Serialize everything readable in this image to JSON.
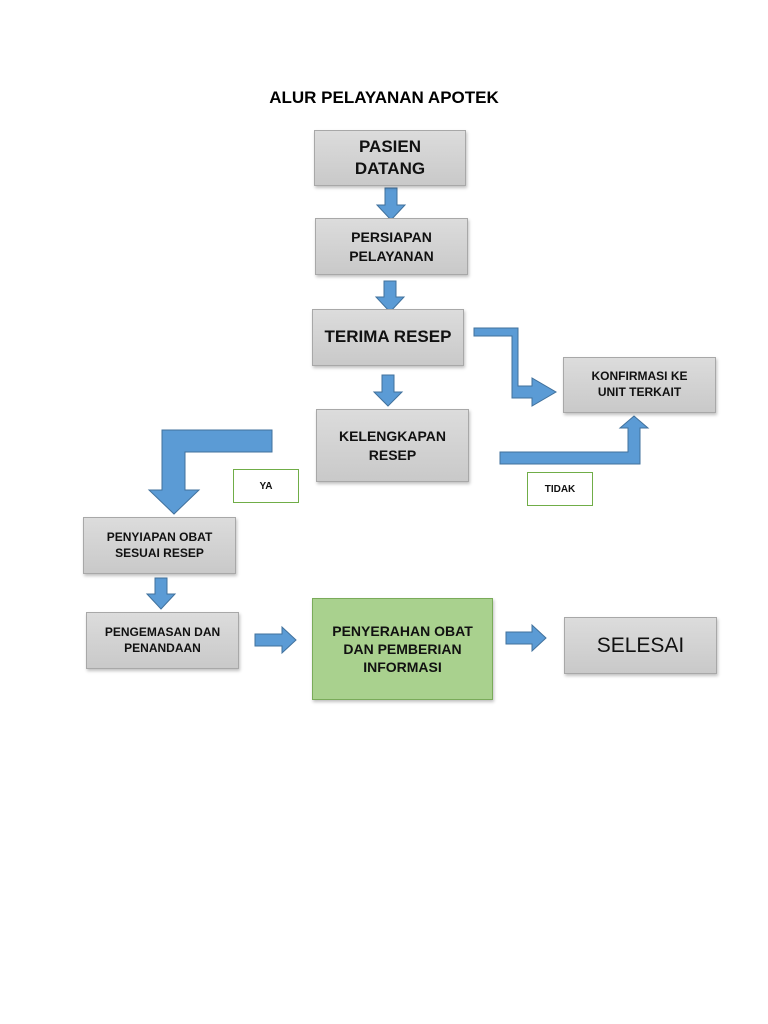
{
  "title": "ALUR PELAYANAN APOTEK",
  "nodes": {
    "pasien_datang": "PASIEN\nDATANG",
    "persiapan_pelayanan": "PERSIAPAN\nPELAYANAN",
    "terima_resep": "TERIMA RESEP",
    "konfirmasi": "KONFIRMASI KE\nUNIT TERKAIT",
    "kelengkapan_resep": "KELENGKAPAN\nRESEP",
    "penyiapan_obat": "PENYIAPAN OBAT\nSESUAI RESEP",
    "pengemasan": "PENGEMASAN DAN\nPENANDAAN",
    "penyerahan": "PENYERAHAN OBAT\nDAN PEMBERIAN\nINFORMASI",
    "selesai": "SELESAI"
  },
  "labels": {
    "ya": "YA",
    "tidak": "TIDAK"
  },
  "colors": {
    "arrow_fill": "#5b9bd5",
    "arrow_stroke": "#41719c",
    "box_fill": "#d0d0d0",
    "highlight_fill": "#a9d18e",
    "label_border": "#70ad47"
  }
}
